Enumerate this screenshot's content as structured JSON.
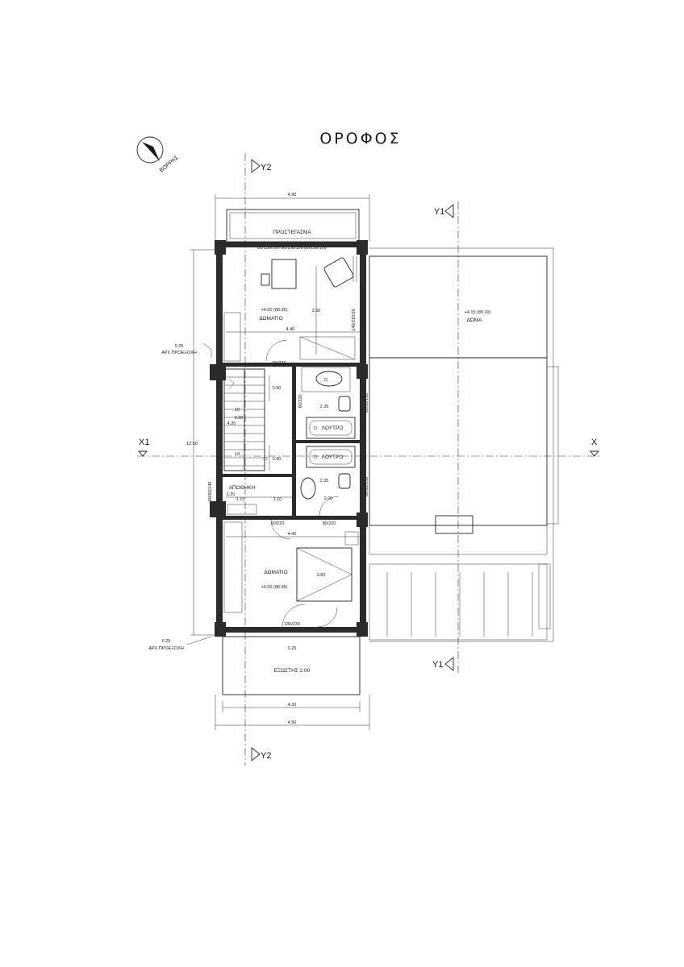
{
  "drawing": {
    "title": "ΟΡΟΦΟΣ",
    "north_label": "ΒΟΡΡΑΣ"
  },
  "section_markers": {
    "y2_top": "Y2",
    "y2_bottom": "Y2",
    "y1_top": "Y1",
    "y1_bottom": "Y1",
    "x1_left": "X1",
    "x1_right": "X"
  },
  "rooms": {
    "canopy": "ΠΡΟΣΤΕΓΑΣΜΑ",
    "bedroom_top": "ΔΩΜΑΤΙΟ",
    "bedroom_top_level": "+4.00  (88.95)",
    "roof": "ΔΩΜΑ",
    "roof_level": "+4.15  (89.10)",
    "bath_1": "ΛΟΥΤΡΟ",
    "bath_2": "ΛΟΥΤΡΟ",
    "storage": "ΑΠΟΘΗΚΗ",
    "bedroom_bottom": "ΔΩΜΑΤΙΟ",
    "bedroom_bottom_level": "+4.00  (88.95)",
    "balcony": "ΕΞΩΣΤΗΣ 2.00"
  },
  "notes": {
    "proj_top_value": "0.25",
    "proj_top_label": "ΑΡΧ.ΠΡΟΕΞΟΧΗ",
    "proj_bottom_value": "0.25",
    "proj_bottom_label": "ΑΡΧ.ΠΡΟΕΞΟΧΗ"
  },
  "dimensions": {
    "top_width": "4.90",
    "windows_top": "80/130/100   80/130/100   80/130/100",
    "bedroom_height": "3.50",
    "window_side": "140/210/20",
    "bedroom_width_top": "4.40",
    "door_top": "90/220",
    "door_bath_1": "80/220",
    "stair_w1": "0.90",
    "stair_w2": "0.90",
    "stair_w3": "0.90",
    "stair_len": "4.20",
    "stair_step_a": "10",
    "stair_step_b": "14",
    "stair_step_c": "17",
    "bath_dim_1": "2.35",
    "bath_dim_2": "2.35",
    "bath_win_1": "60/60/150",
    "bath_win_2": "60/60/150",
    "total_length": "12.50",
    "storage_win": "60/60/140",
    "storage_h": "1.20",
    "dim_a": "1.15",
    "dim_b": "1.10",
    "dim_c": "2.00",
    "door_bottom_1": "90/220",
    "door_bottom_2": "80/220",
    "bedroom_width_bottom": "4.40",
    "bedroom_bottom_height": "3.50",
    "balcony_door": "180/230",
    "balcony_proj": "0.25",
    "bottom_width_inner": "4.30",
    "bottom_width_outer": "4.90"
  },
  "colors": {
    "ink": "#1a1a1a",
    "wall": "#2b2b2b",
    "paper": "#ffffff"
  }
}
